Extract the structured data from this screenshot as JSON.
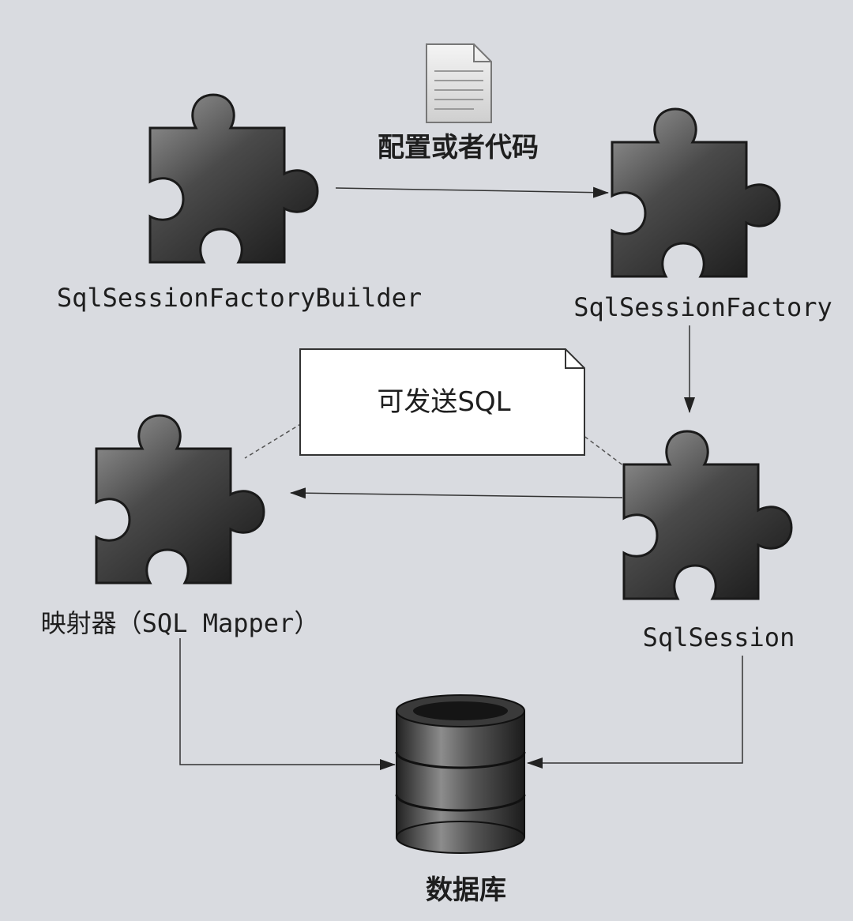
{
  "components": {
    "builder": {
      "label": "SqlSessionFactoryBuilder",
      "icon": "puzzle-piece-icon"
    },
    "factory": {
      "label": "SqlSessionFactory",
      "icon": "puzzle-piece-icon"
    },
    "session": {
      "label": "SqlSession",
      "icon": "puzzle-piece-icon"
    },
    "mapper": {
      "label": "映射器（SQL Mapper）",
      "icon": "puzzle-piece-icon"
    },
    "database": {
      "label": "数据库",
      "icon": "database-icon"
    }
  },
  "config": {
    "label": "配置或者代码",
    "icon": "document-icon"
  },
  "note": {
    "text": "可发送SQL"
  },
  "colors": {
    "background": "#d9dbe0",
    "puzzle_dark": "#2a2a2a",
    "puzzle_light": "#8a8a8a",
    "line": "#333333"
  }
}
